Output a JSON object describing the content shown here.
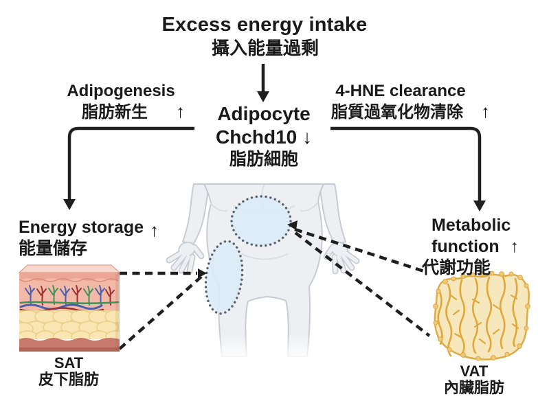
{
  "diagram": {
    "title": {
      "en": "Excess energy intake",
      "zh": "攝入能量過剩"
    },
    "adipocyte": {
      "en": "Adipocyte",
      "gene": "Chchd10 ↓",
      "zh": "脂肪細胞"
    },
    "adipogenesis": {
      "en": "Adipogenesis",
      "zh": "脂肪新生",
      "arrow": "↑"
    },
    "hne_clearance": {
      "en": "4-HNE clearance",
      "zh": "脂質過氧化物清除",
      "arrow": "↑"
    },
    "energy_storage": {
      "en": "Energy storage",
      "zh": "能量儲存",
      "arrow": "↑"
    },
    "metabolic_function": {
      "en1": "Metabolic",
      "en2": "function",
      "zh": "代謝功能",
      "arrow": "↑"
    },
    "sat": {
      "abbr": "SAT",
      "zh": "皮下脂肪"
    },
    "vat": {
      "abbr": "VAT",
      "zh": "內臟脂肪"
    }
  },
  "colors": {
    "text": "#1a1a1a",
    "arrow": "#1f1f1f",
    "body_fill": "#edeff2",
    "body_outline": "#c7ccd3",
    "body_shade": "#dadee3",
    "fat_region_fill": "#dcebf7",
    "fat_region_dot": "#59626e",
    "sat_skin": "#eca695",
    "sat_skin_edge": "#db8d75",
    "sat_dermis": "#f2b9a8",
    "sat_fat": "#f3d898",
    "sat_lobule": "#f9e6b2",
    "sat_lobule_edge": "#eccf8c",
    "sat_muscle": "#c87b6d",
    "sat_muscle_dark": "#b26457",
    "sat_top_face": "#f6d8d0",
    "vessel_blue": "#4a5fae",
    "vessel_red": "#9c322f",
    "vessel_green": "#3f9155",
    "vat_fill": "#f7e7bc",
    "vat_vessel": "#e0a83b",
    "vat_edge": "#ddab48",
    "vat_node": "#eec97c"
  }
}
